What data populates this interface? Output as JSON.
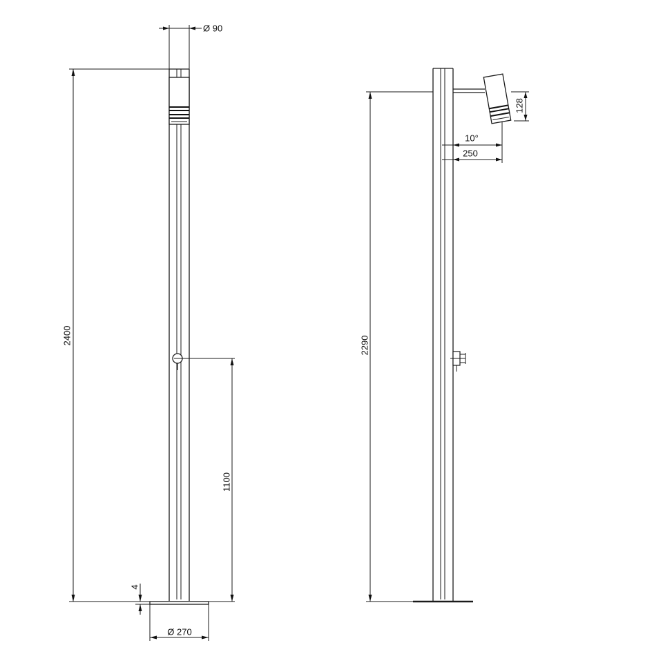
{
  "front_view": {
    "diameter_top": "Ø 90",
    "height_total": "2400",
    "height_valve": "1100",
    "base_thickness": "4",
    "base_diameter": "Ø 270"
  },
  "side_view": {
    "height_head": "2290",
    "head_size": "128",
    "tilt_angle": "10°",
    "arm_length": "250"
  }
}
